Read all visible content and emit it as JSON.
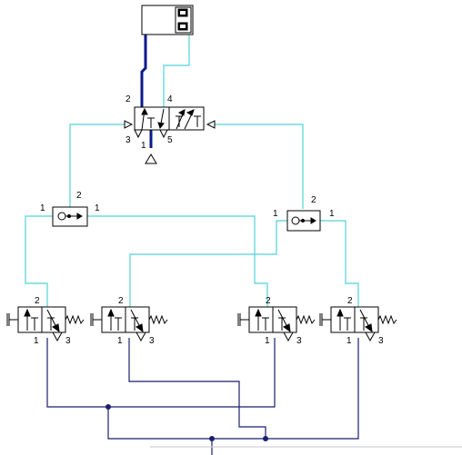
{
  "colors": {
    "pilot_line": "#4fd2d8",
    "supply_line": "#1b1f6e",
    "main_line": "#0a1a8c",
    "component": "#000000"
  },
  "icons": [
    "double-acting-cylinder",
    "5-2-way-valve",
    "shuttle-valve",
    "3-2-way-valve",
    "exhaust-icon",
    "spring-icon",
    "pushbutton-icon"
  ],
  "main_valve": {
    "ports": {
      "p2": "2",
      "p4": "4",
      "p3": "3",
      "p1": "1",
      "p5": "5"
    }
  },
  "shuttle_left": {
    "ports": {
      "in_a": "1",
      "in_b": "1",
      "out": "2"
    }
  },
  "shuttle_right": {
    "ports": {
      "in_a": "1",
      "in_b": "1",
      "out": "2"
    }
  },
  "valves": [
    {
      "ports": {
        "out": "2",
        "in": "1",
        "exh": "3"
      }
    },
    {
      "ports": {
        "out": "2",
        "in": "1",
        "exh": "3"
      }
    },
    {
      "ports": {
        "out": "2",
        "in": "1",
        "exh": "3"
      }
    },
    {
      "ports": {
        "out": "2",
        "in": "1",
        "exh": "3"
      }
    }
  ]
}
